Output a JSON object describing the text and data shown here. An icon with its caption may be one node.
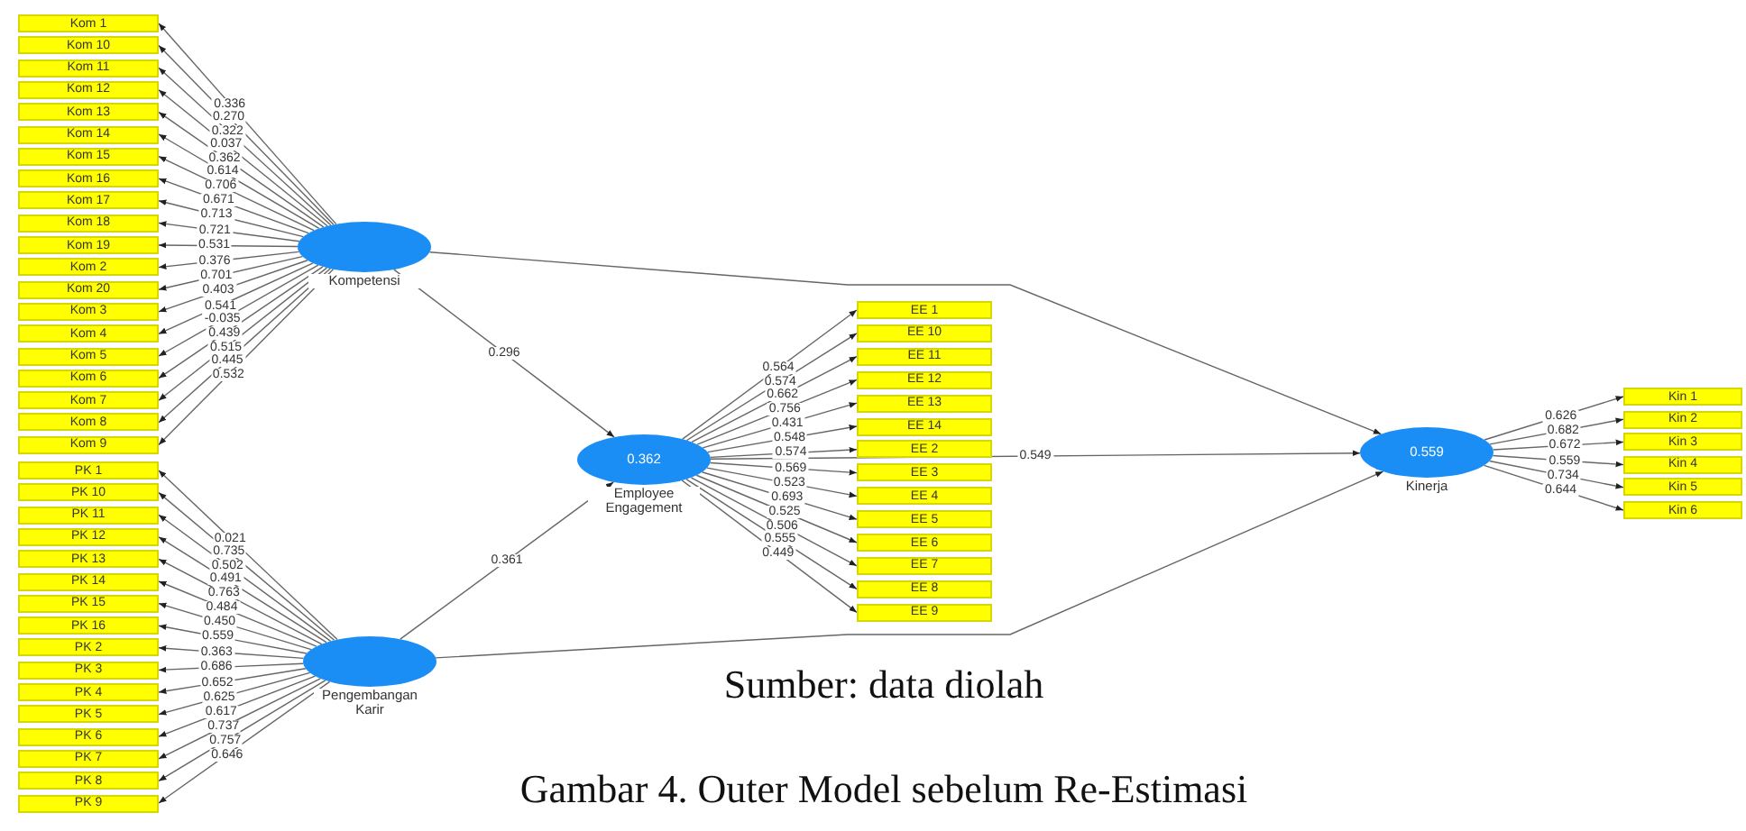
{
  "diagram": {
    "caption": "Gambar 4. Outer Model sebelum Re-Estimasi",
    "nodes": [
      {
        "text": [
          "Kompetensi"
        ]
      },
      {
        "text": [
          "Kom 1"
        ]
      },
      {
        "text": [
          "Kom 10"
        ]
      },
      {
        "text": [
          "Kom 11"
        ]
      },
      {
        "text": [
          "Kom 12"
        ]
      },
      {
        "text": [
          "Kom 13"
        ]
      },
      {
        "text": [
          "Kom 14"
        ]
      },
      {
        "text": [
          "Kom 15"
        ]
      },
      {
        "text": [
          "Kom 16"
        ]
      },
      {
        "text": [
          "Kom 17"
        ]
      },
      {
        "text": [
          "Kom 18"
        ]
      },
      {
        "text": [
          "Kom 19"
        ]
      },
      {
        "text": [
          "Kom 2"
        ]
      },
      {
        "text": [
          "Kom 20"
        ]
      },
      {
        "text": [
          "Kom 3"
        ]
      },
      {
        "text": [
          "Kom 4"
        ]
      },
      {
        "text": [
          "Kom 5"
        ]
      },
      {
        "text": [
          "Kom 6"
        ]
      },
      {
        "text": [
          "Kom 7"
        ]
      },
      {
        "text": [
          "Kom 8"
        ]
      },
      {
        "text": [
          "Kom 9"
        ]
      },
      {
        "text": [
          "Pengembangan Karir"
        ]
      },
      {
        "text": [
          "PK 1"
        ]
      },
      {
        "text": [
          "PK 10"
        ]
      },
      {
        "text": [
          "PK 11"
        ]
      },
      {
        "text": [
          "PK 12"
        ]
      },
      {
        "text": [
          "PK 13"
        ]
      },
      {
        "text": [
          "PK 14"
        ]
      },
      {
        "text": [
          "PK 15"
        ]
      },
      {
        "text": [
          "PK 16"
        ]
      },
      {
        "text": [
          "PK 2"
        ]
      },
      {
        "text": [
          "PK 3"
        ]
      },
      {
        "text": [
          "PK 4"
        ]
      },
      {
        "text": [
          "PK 5"
        ]
      },
      {
        "text": [
          "PK 6"
        ]
      },
      {
        "text": [
          "PK 7"
        ]
      },
      {
        "text": [
          "PK 8"
        ]
      },
      {
        "text": [
          "PK 9"
        ]
      },
      {
        "text": [
          "0.362",
          "Employee Engagement"
        ]
      },
      {
        "text": [
          "EE 1"
        ]
      },
      {
        "text": [
          "EE 10"
        ]
      },
      {
        "text": [
          "EE 11"
        ]
      },
      {
        "text": [
          "EE 12"
        ]
      },
      {
        "text": [
          "EE 13"
        ]
      },
      {
        "text": [
          "EE 14"
        ]
      },
      {
        "text": [
          "EE 2"
        ]
      },
      {
        "text": [
          "EE 3"
        ]
      },
      {
        "text": [
          "EE 4"
        ]
      },
      {
        "text": [
          "EE 5"
        ]
      },
      {
        "text": [
          "EE 6"
        ]
      },
      {
        "text": [
          "EE 7"
        ]
      },
      {
        "text": [
          "EE 8"
        ]
      },
      {
        "text": [
          "EE 9"
        ]
      },
      {
        "text": [
          "0.559",
          "Kinerja"
        ]
      },
      {
        "text": [
          "Kin 1"
        ]
      },
      {
        "text": [
          "Kin 2"
        ]
      },
      {
        "text": [
          "Kin 3"
        ]
      },
      {
        "text": [
          "Kin 4"
        ]
      },
      {
        "text": [
          "Kin 5"
        ]
      },
      {
        "text": [
          "Kin 6"
        ]
      }
    ],
    "edges": [
      {
        "from": 0,
        "to": 1,
        "arrow": "to",
        "label": "0.336"
      },
      {
        "from": 0,
        "to": 2,
        "arrow": "to",
        "label": "0.270"
      },
      {
        "from": 0,
        "to": 3,
        "arrow": "to",
        "label": "0.322"
      },
      {
        "from": 0,
        "to": 4,
        "arrow": "to",
        "label": "0.037"
      },
      {
        "from": 0,
        "to": 5,
        "arrow": "to",
        "label": "0.362"
      },
      {
        "from": 0,
        "to": 6,
        "arrow": "to",
        "label": "0.614"
      },
      {
        "from": 0,
        "to": 7,
        "arrow": "to",
        "label": "0.706"
      },
      {
        "from": 0,
        "to": 8,
        "arrow": "to",
        "label": "0.671"
      },
      {
        "from": 0,
        "to": 9,
        "arrow": "to",
        "label": "0.713"
      },
      {
        "from": 0,
        "to": 10,
        "arrow": "to",
        "label": "0.721"
      },
      {
        "from": 0,
        "to": 11,
        "arrow": "to",
        "label": "0.531"
      },
      {
        "from": 0,
        "to": 12,
        "arrow": "to",
        "label": "0.376"
      },
      {
        "from": 0,
        "to": 13,
        "arrow": "to",
        "label": "0.701"
      },
      {
        "from": 0,
        "to": 14,
        "arrow": "to",
        "label": "0.403"
      },
      {
        "from": 0,
        "to": 15,
        "arrow": "to",
        "label": "0.541"
      },
      {
        "from": 0,
        "to": 16,
        "arrow": "to",
        "label": "-0.035"
      },
      {
        "from": 0,
        "to": 17,
        "arrow": "to",
        "label": "0.439"
      },
      {
        "from": 0,
        "to": 18,
        "arrow": "to",
        "label": "0.515"
      },
      {
        "from": 0,
        "to": 19,
        "arrow": "to",
        "label": "0.445"
      },
      {
        "from": 0,
        "to": 20,
        "arrow": "to",
        "label": "0.532"
      },
      {
        "from": 21,
        "to": 22,
        "arrow": "to",
        "label": "0.021"
      },
      {
        "from": 21,
        "to": 23,
        "arrow": "to",
        "label": "0.735"
      },
      {
        "from": 21,
        "to": 24,
        "arrow": "to",
        "label": "0.502"
      },
      {
        "from": 21,
        "to": 25,
        "arrow": "to",
        "label": "0.491"
      },
      {
        "from": 21,
        "to": 26,
        "arrow": "to",
        "label": "0.763"
      },
      {
        "from": 21,
        "to": 27,
        "arrow": "to",
        "label": "0.484"
      },
      {
        "from": 21,
        "to": 28,
        "arrow": "to",
        "label": "0.450"
      },
      {
        "from": 21,
        "to": 29,
        "arrow": "to",
        "label": "0.559"
      },
      {
        "from": 21,
        "to": 30,
        "arrow": "to",
        "label": "0.363"
      },
      {
        "from": 21,
        "to": 31,
        "arrow": "to",
        "label": "0.686"
      },
      {
        "from": 21,
        "to": 32,
        "arrow": "to",
        "label": "0.652"
      },
      {
        "from": 21,
        "to": 33,
        "arrow": "to",
        "label": "0.625"
      },
      {
        "from": 21,
        "to": 34,
        "arrow": "to",
        "label": "0.617"
      },
      {
        "from": 21,
        "to": 35,
        "arrow": "to",
        "label": "0.737"
      },
      {
        "from": 21,
        "to": 36,
        "arrow": "to",
        "label": "0.757"
      },
      {
        "from": 21,
        "to": 37,
        "arrow": "to",
        "label": "0.646"
      },
      {
        "from": 38,
        "to": 39,
        "arrow": "to",
        "label": "0.564"
      },
      {
        "from": 38,
        "to": 40,
        "arrow": "to",
        "label": "0.574"
      },
      {
        "from": 38,
        "to": 41,
        "arrow": "to",
        "label": "0.662"
      },
      {
        "from": 38,
        "to": 42,
        "arrow": "to",
        "label": "0.756"
      },
      {
        "from": 38,
        "to": 43,
        "arrow": "to",
        "label": "0.431"
      },
      {
        "from": 38,
        "to": 44,
        "arrow": "to",
        "label": "0.548"
      },
      {
        "from": 38,
        "to": 45,
        "arrow": "to",
        "label": "0.574"
      },
      {
        "from": 38,
        "to": 46,
        "arrow": "to",
        "label": "0.569"
      },
      {
        "from": 38,
        "to": 47,
        "arrow": "to",
        "label": "0.523"
      },
      {
        "from": 38,
        "to": 48,
        "arrow": "to",
        "label": "0.693"
      },
      {
        "from": 38,
        "to": 49,
        "arrow": "to",
        "label": "0.525"
      },
      {
        "from": 38,
        "to": 50,
        "arrow": "to",
        "label": "0.506"
      },
      {
        "from": 38,
        "to": 51,
        "arrow": "to",
        "label": "0.555"
      },
      {
        "from": 38,
        "to": 52,
        "arrow": "to",
        "label": "0.449"
      },
      {
        "from": 53,
        "to": 54,
        "arrow": "to",
        "label": "0.626"
      },
      {
        "from": 53,
        "to": 55,
        "arrow": "to",
        "label": "0.682"
      },
      {
        "from": 53,
        "to": 56,
        "arrow": "to",
        "label": "0.672"
      },
      {
        "from": 53,
        "to": 57,
        "arrow": "to",
        "label": "0.559"
      },
      {
        "from": 53,
        "to": 58,
        "arrow": "to",
        "label": "0.734"
      },
      {
        "from": 53,
        "to": 59,
        "arrow": "to",
        "label": "0.644"
      },
      {
        "from": 0,
        "to": 38,
        "arrow": "to",
        "label": "0.296"
      },
      {
        "from": 21,
        "to": 38,
        "arrow": "to",
        "label": "0.361"
      },
      {
        "from": 0,
        "to": 53,
        "arrow": "to"
      },
      {
        "from": 38,
        "to": 53,
        "arrow": "to",
        "label": "0.549"
      },
      {
        "from": 21,
        "to": 53,
        "arrow": "to"
      }
    ],
    "labels": [
      "Sumber: data diolah"
    ]
  }
}
